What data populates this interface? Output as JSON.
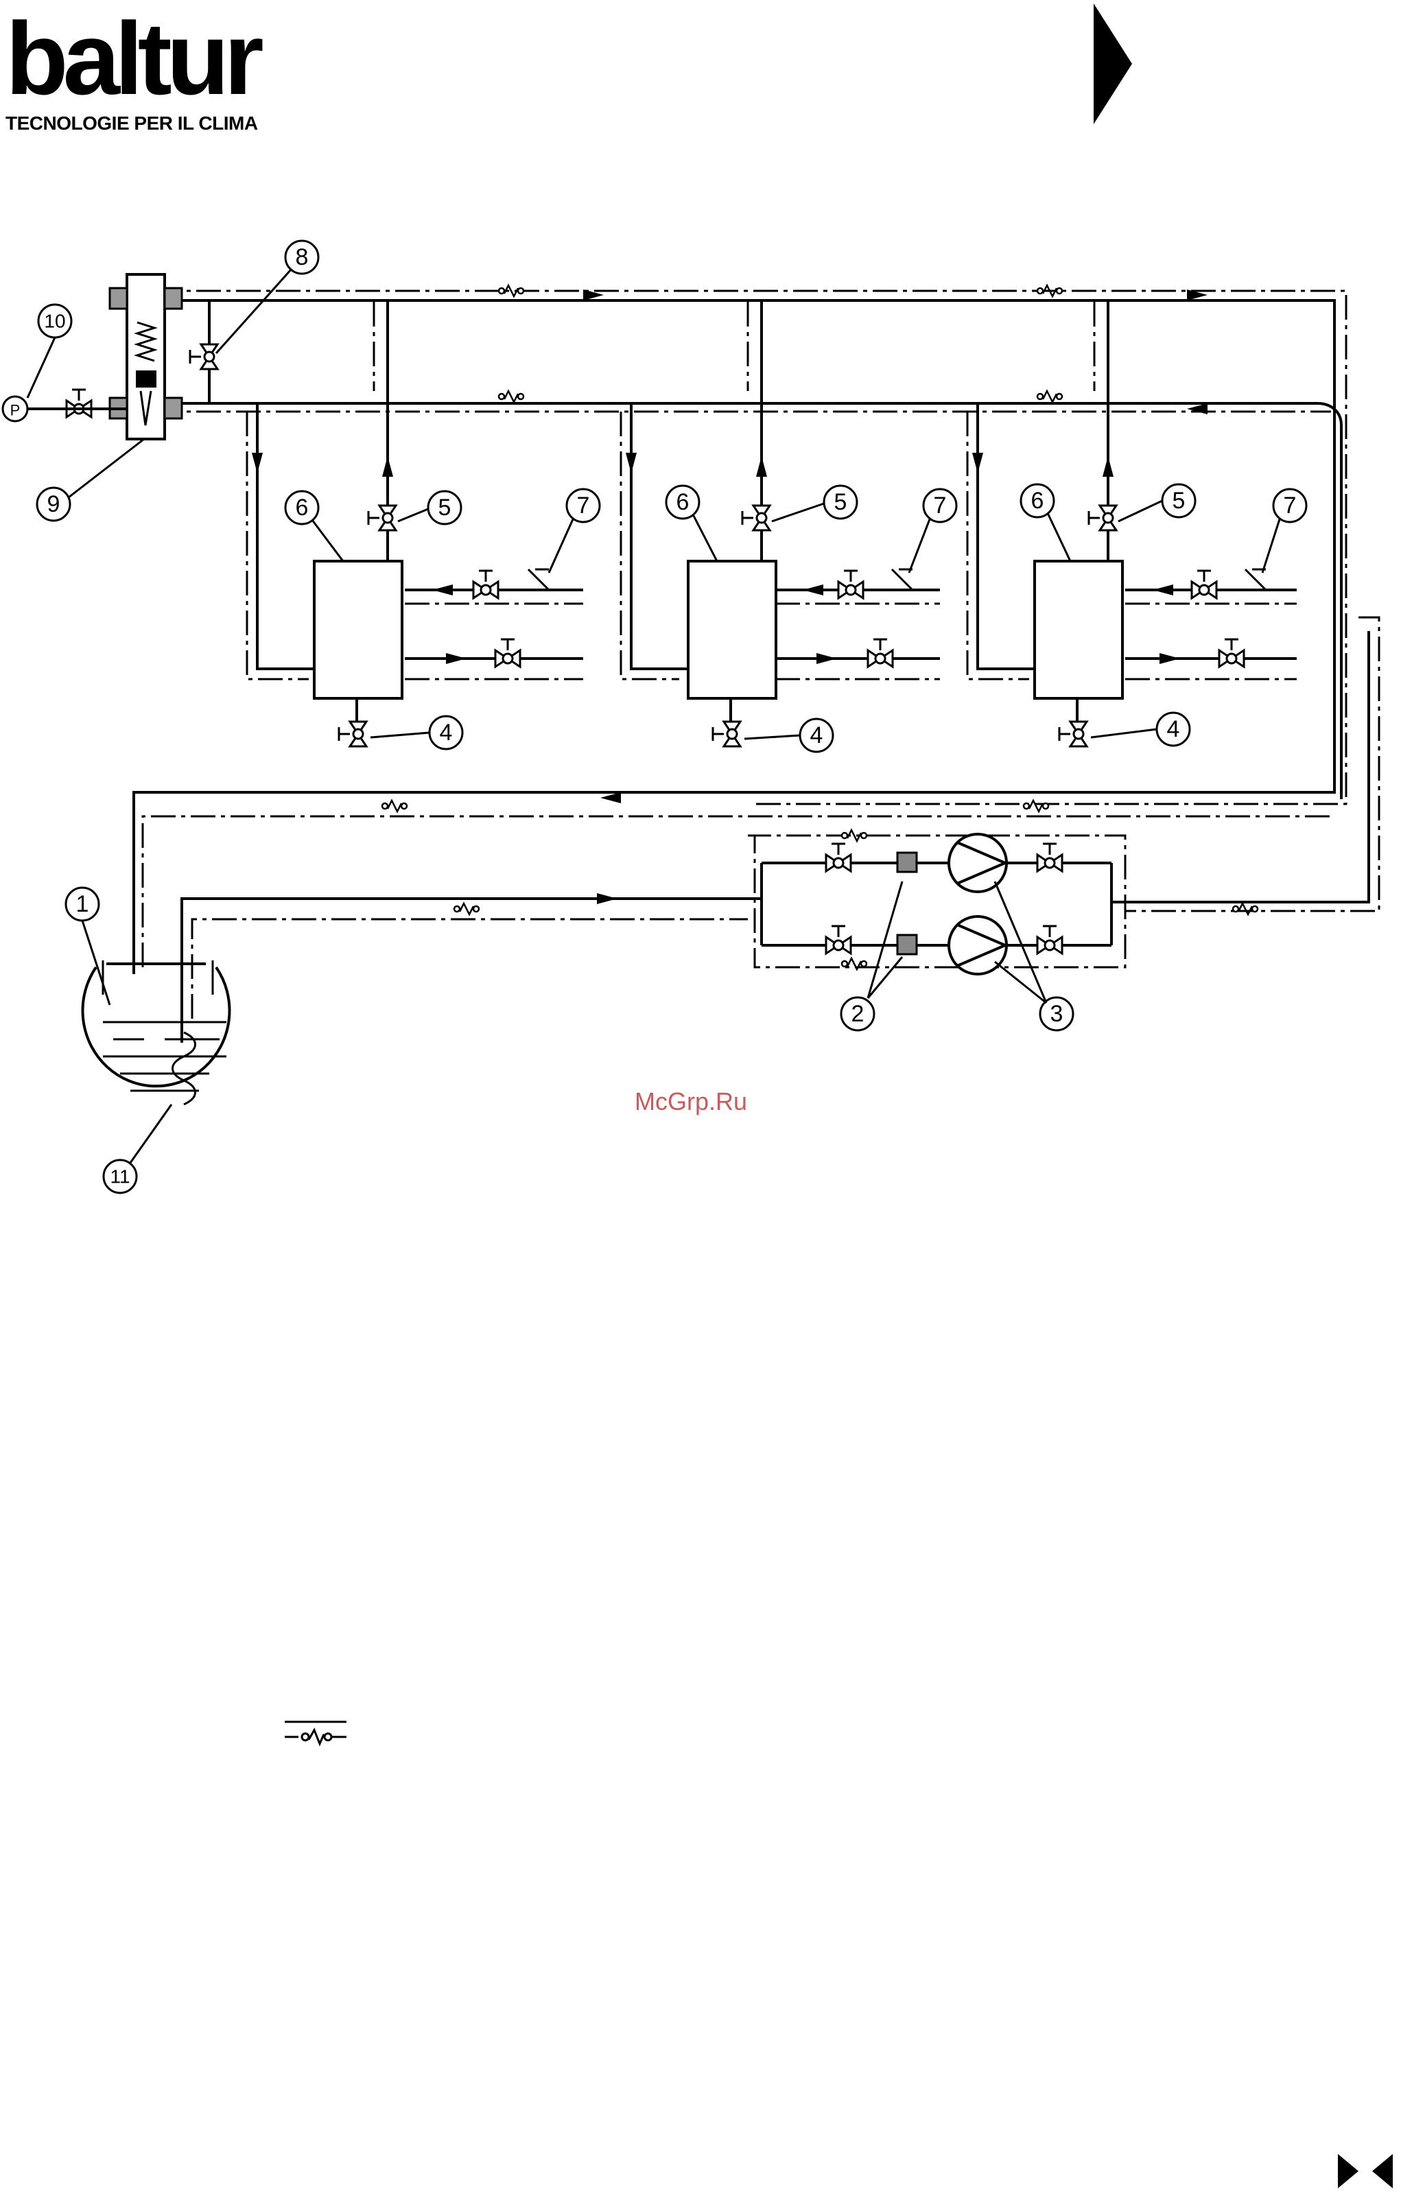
{
  "brand": {
    "logo_text": "baltur",
    "tagline": "TECNOLOGIE PER IL CLIMA"
  },
  "watermark": "McGrp.Ru",
  "diagram": {
    "callouts": [
      {
        "id": "c1",
        "label": "1"
      },
      {
        "id": "c2",
        "label": "2"
      },
      {
        "id": "c3",
        "label": "3"
      },
      {
        "id": "c4a",
        "label": "4"
      },
      {
        "id": "c4b",
        "label": "4"
      },
      {
        "id": "c4c",
        "label": "4"
      },
      {
        "id": "c5a",
        "label": "5"
      },
      {
        "id": "c5b",
        "label": "5"
      },
      {
        "id": "c5c",
        "label": "5"
      },
      {
        "id": "c6a",
        "label": "6"
      },
      {
        "id": "c6b",
        "label": "6"
      },
      {
        "id": "c6c",
        "label": "6"
      },
      {
        "id": "c7a",
        "label": "7"
      },
      {
        "id": "c7b",
        "label": "7"
      },
      {
        "id": "c7c",
        "label": "7"
      },
      {
        "id": "c8",
        "label": "8"
      },
      {
        "id": "c9",
        "label": "9"
      },
      {
        "id": "c10",
        "label": "10"
      },
      {
        "id": "c11",
        "label": "11"
      }
    ],
    "gauge_symbol": "P",
    "colors": {
      "line": "#000000",
      "watermark": "#c85c5c"
    }
  },
  "icons": {
    "page_arrow": "next-page-arrow-icon",
    "nav_forward": "forward-triangle-icon",
    "nav_back": "back-triangle-icon"
  }
}
